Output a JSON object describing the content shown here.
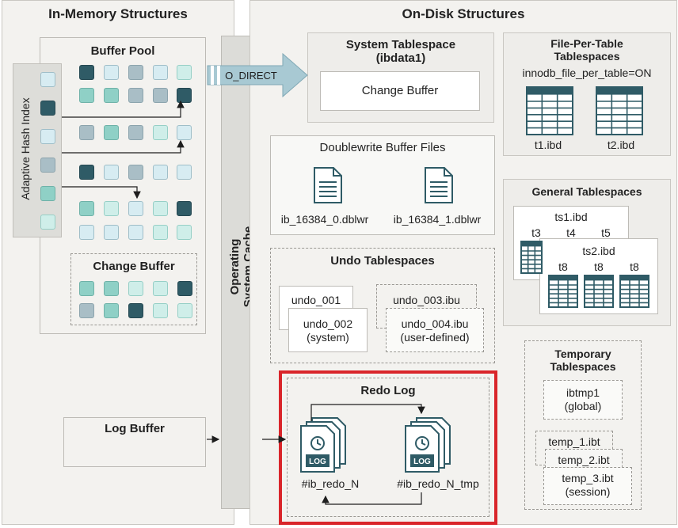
{
  "in_memory": {
    "title": "In-Memory Structures",
    "buffer_pool": "Buffer Pool",
    "adaptive_hash_index": "Adaptive Hash Index",
    "change_buffer": "Change Buffer",
    "log_buffer": "Log Buffer"
  },
  "os_cache": {
    "line1": "Operating",
    "line2": "System Cache",
    "o_direct": "O_DIRECT"
  },
  "on_disk": {
    "title": "On-Disk Structures",
    "system_tablespace": {
      "title_line1": "System Tablespace",
      "title_line2": "(ibdata1)",
      "change_buffer": "Change Buffer"
    },
    "file_per_table": {
      "title_line1": "File-Per-Table",
      "title_line2": "Tablespaces",
      "setting": "innodb_file_per_table=ON",
      "files": [
        "t1.ibd",
        "t2.ibd"
      ]
    },
    "doublewrite": {
      "title": "Doublewrite Buffer Files",
      "files": [
        "ib_16384_0.dblwr",
        "ib_16384_1.dblwr"
      ]
    },
    "general_tablespaces": {
      "title": "General Tablespaces",
      "ts1": "ts1.ibd",
      "ts1_tables": [
        "t3",
        "t4",
        "t5"
      ],
      "ts2": "ts2.ibd",
      "ts2_tables": [
        "t8",
        "t8",
        "t8"
      ]
    },
    "undo": {
      "title": "Undo Tablespaces",
      "undo_001": "undo_001",
      "undo_002": "undo_002",
      "undo_002_note": "(system)",
      "undo_003": "undo_003.ibu",
      "undo_004": "undo_004.ibu",
      "undo_004_note": "(user-defined)"
    },
    "temporary": {
      "title_line1": "Temporary",
      "title_line2": "Tablespaces",
      "ibtmp1": "ibtmp1",
      "ibtmp1_note": "(global)",
      "temp1": "temp_1.ibt",
      "temp2": "temp_2.ibt",
      "temp3": "temp_3.ibt",
      "temp3_note": "(session)"
    },
    "redo_log": {
      "title": "Redo Log",
      "file1": "#ib_redo_N",
      "file2": "#ib_redo_N_tmp",
      "icon_label": "LOG"
    }
  },
  "colors": {
    "highlight_border": "#d9252a",
    "page_dark": "#2f5b66",
    "page_teal": "#8fd0c6",
    "arrow_fill": "#a8c9d3"
  }
}
